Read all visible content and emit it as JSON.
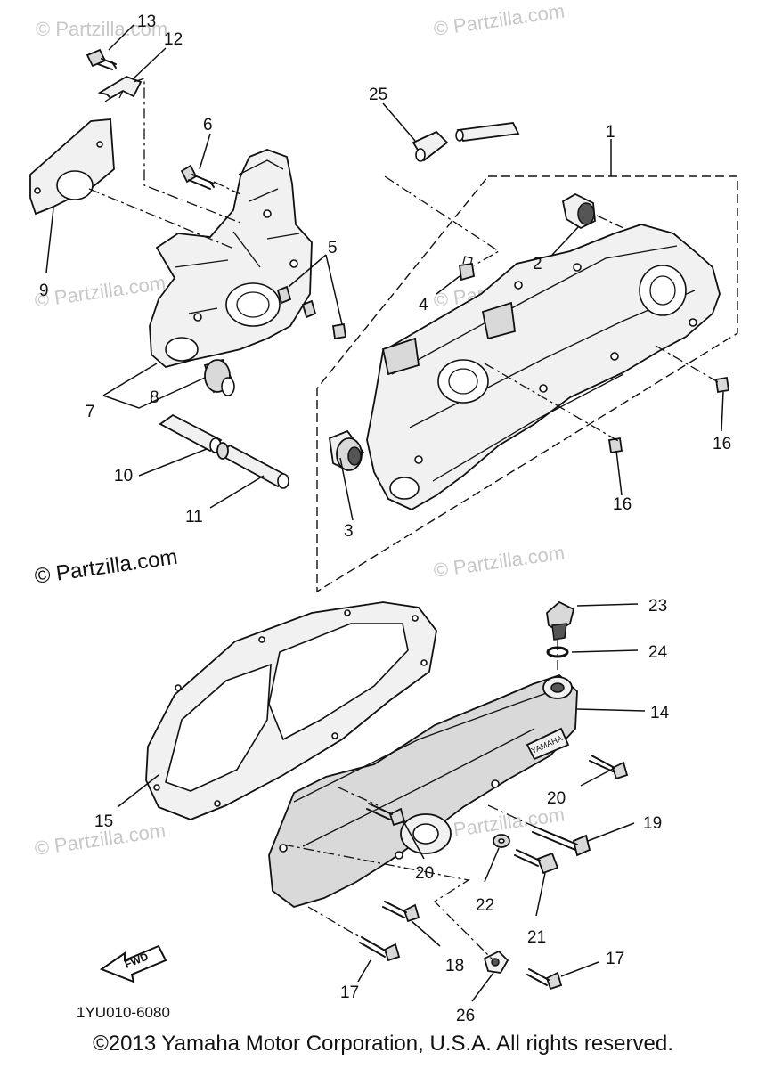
{
  "watermarks": {
    "prominent": "© Partzilla.com",
    "faint": "© Partzilla.com"
  },
  "callouts": {
    "p1": "1",
    "p2": "2",
    "p3": "3",
    "p4": "4",
    "p5": "5",
    "p6": "6",
    "p7": "7",
    "p8": "8",
    "p9": "9",
    "p10": "10",
    "p11": "11",
    "p12": "12",
    "p13": "13",
    "p14": "14",
    "p15": "15",
    "p16a": "16",
    "p16b": "16",
    "p17a": "17",
    "p17b": "17",
    "p18": "18",
    "p19": "19",
    "p20a": "20",
    "p20b": "20",
    "p21": "21",
    "p22": "22",
    "p23": "23",
    "p24": "24",
    "p25": "25",
    "p26": "26"
  },
  "fwd_label": "FWD",
  "cover_brand": "YAMAHA",
  "diagram_code": "1YU010-6080",
  "copyright": "©2013 Yamaha Motor Corporation, U.S.A. All rights reserved."
}
